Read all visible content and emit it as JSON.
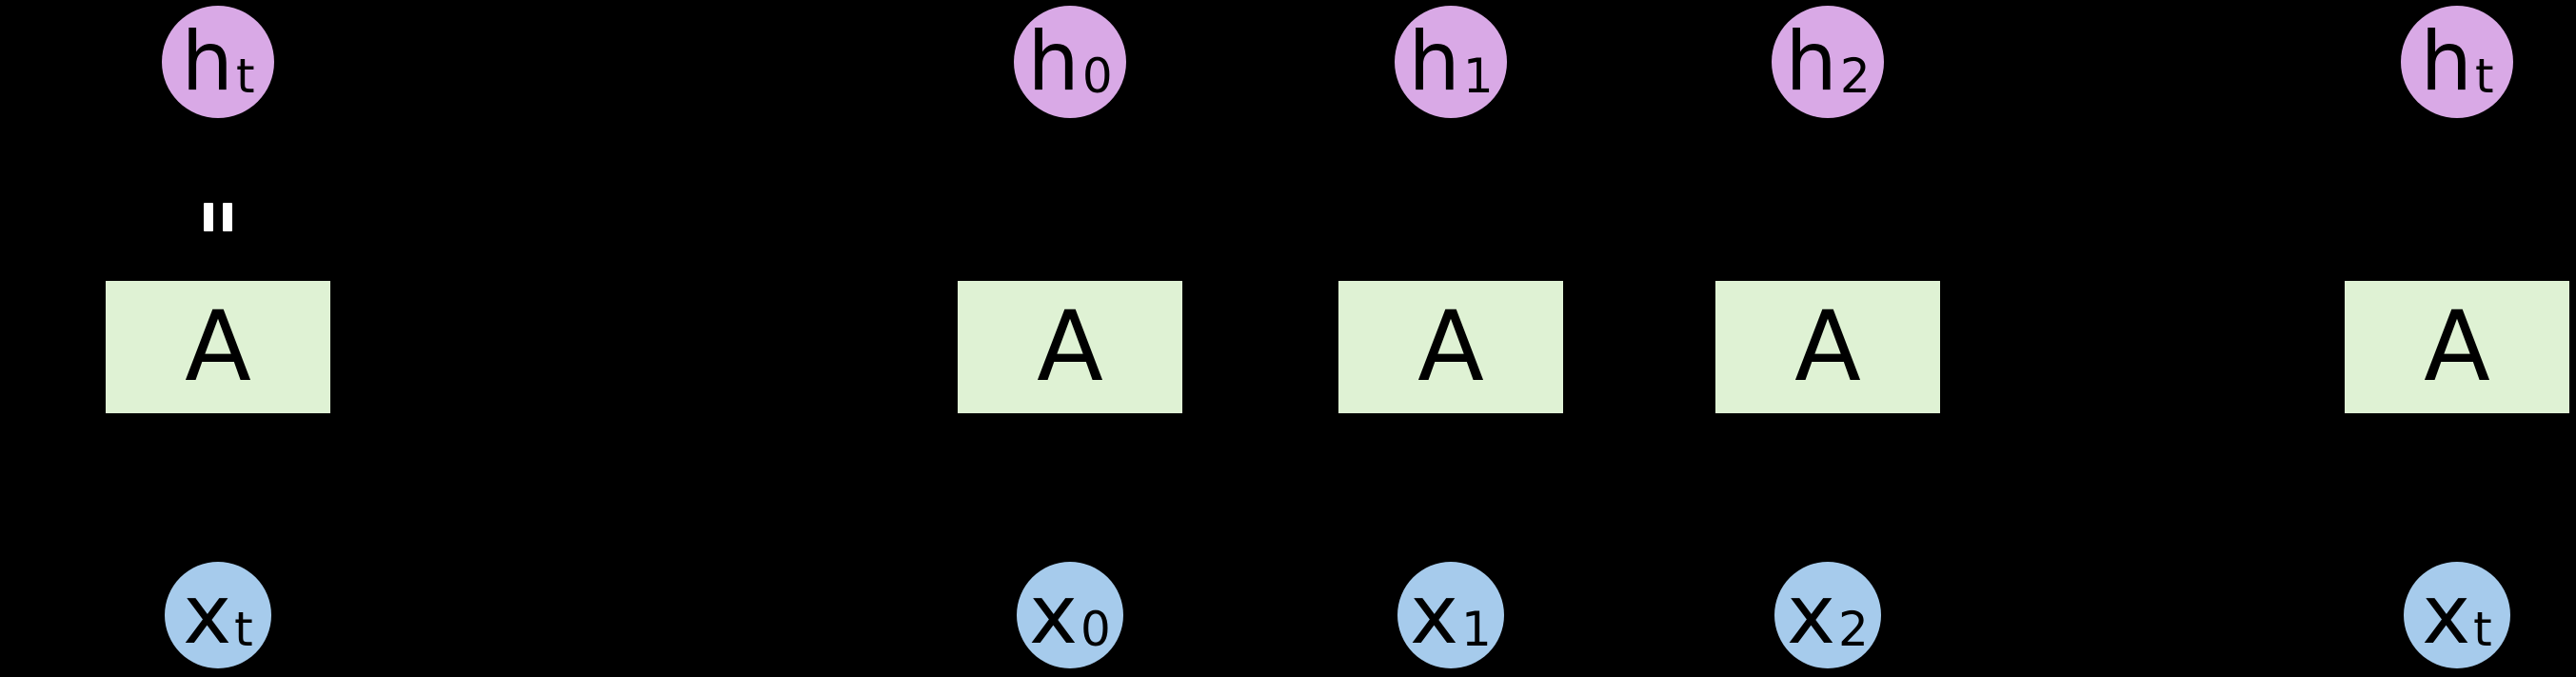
{
  "colors": {
    "bg": "#000000",
    "hidden": "#D9A9E6",
    "cell": "#DFF2D4",
    "input": "#A6CBEC",
    "label": "#000000",
    "equals": "#FFFFFF"
  },
  "icons": {
    "equals_rotated": "="
  },
  "cells": [
    {
      "hidden_base": "h",
      "hidden_sub": "t",
      "cell": "A",
      "input_base": "x",
      "input_sub": "t"
    },
    {
      "hidden_base": "h",
      "hidden_sub": "0",
      "cell": "A",
      "input_base": "x",
      "input_sub": "0"
    },
    {
      "hidden_base": "h",
      "hidden_sub": "1",
      "cell": "A",
      "input_base": "x",
      "input_sub": "1"
    },
    {
      "hidden_base": "h",
      "hidden_sub": "2",
      "cell": "A",
      "input_base": "x",
      "input_sub": "2"
    },
    {
      "hidden_base": "h",
      "hidden_sub": "t",
      "cell": "A",
      "input_base": "x",
      "input_sub": "t"
    }
  ]
}
